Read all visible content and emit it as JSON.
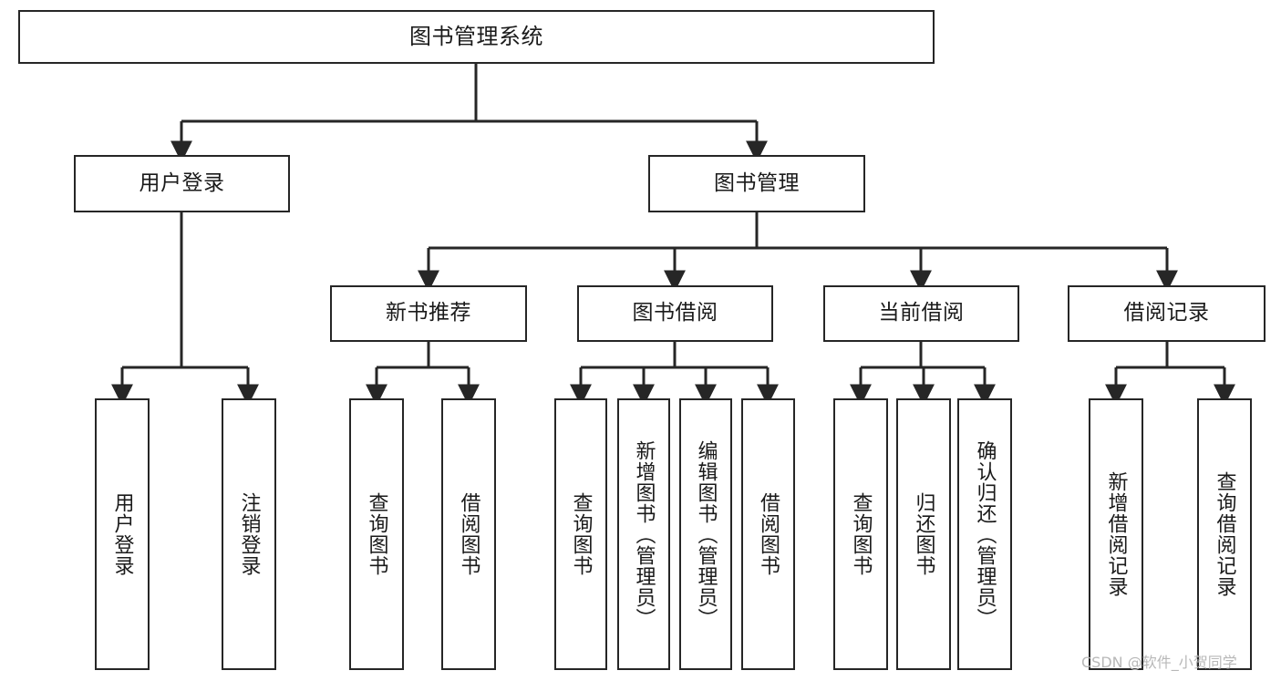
{
  "diagram": {
    "title": "图书管理系统",
    "type": "tree-hierarchy",
    "watermark": "CSDN @软件_小贺同学",
    "colors": {
      "stroke": "#262626",
      "fill": "#ffffff",
      "text": "#1a1a1a",
      "watermark": "#b8b8b8"
    },
    "nodes": {
      "root": {
        "label": "图书管理系统"
      },
      "level2": [
        {
          "label": "用户登录"
        },
        {
          "label": "图书管理"
        }
      ],
      "level3": [
        {
          "label": "新书推荐"
        },
        {
          "label": "图书借阅"
        },
        {
          "label": "当前借阅"
        },
        {
          "label": "借阅记录"
        }
      ],
      "leaves": {
        "user_login": [
          {
            "label": "用户登录"
          },
          {
            "label": "注销登录"
          }
        ],
        "new_book": [
          {
            "label": "查询图书"
          },
          {
            "label": "借阅图书"
          }
        ],
        "book_borrow": [
          {
            "label": "查询图书"
          },
          {
            "label": "新增图书（管理员）"
          },
          {
            "label": "编辑图书（管理员）"
          },
          {
            "label": "借阅图书"
          }
        ],
        "current_borrow": [
          {
            "label": "查询图书"
          },
          {
            "label": "归还图书"
          },
          {
            "label": "确认归还（管理员）"
          }
        ],
        "borrow_record": [
          {
            "label": "新增借阅记录"
          },
          {
            "label": "查询借阅记录"
          }
        ]
      }
    }
  }
}
